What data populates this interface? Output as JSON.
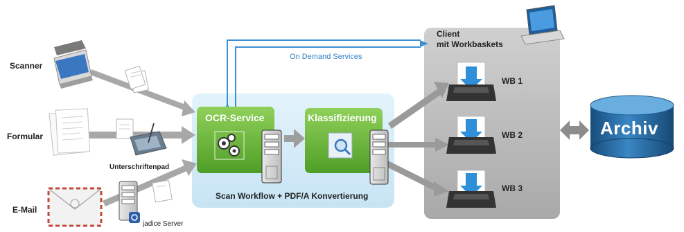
{
  "inputs": {
    "scanner": "Scanner",
    "formular": "Formular",
    "email": "E-Mail"
  },
  "devices": {
    "unterschriftenpad": "Unterschriftenpad",
    "jadice_server": "jadice Server"
  },
  "on_demand": "On Demand Services",
  "workflow": {
    "ocr": "OCR-Service",
    "klassifizierung": "Klassifizierung",
    "caption": "Scan Workflow + PDF/A Konvertierung"
  },
  "client": {
    "title_line1": "Client",
    "title_line2": "mit Workbaskets",
    "workbaskets": [
      "WB 1",
      "WB 2",
      "WB 3"
    ]
  },
  "archive": "Archiv",
  "colors": {
    "green": "#6fbd3c",
    "panel_blue": "#d2eaf7",
    "client_grey": "#b9b9b9",
    "archive_blue": "#1f5f94",
    "on_demand_line": "#3d8fd6",
    "workbasket_arrow": "#2f8fd8"
  },
  "icons": [
    "scanner-icon",
    "form-document-icon",
    "envelope-icon",
    "signature-pad-icon",
    "server-icon",
    "gear-icon",
    "magnifier-icon",
    "monitor-icon",
    "inbox-tray-icon",
    "database-icon",
    "double-arrow-icon"
  ]
}
